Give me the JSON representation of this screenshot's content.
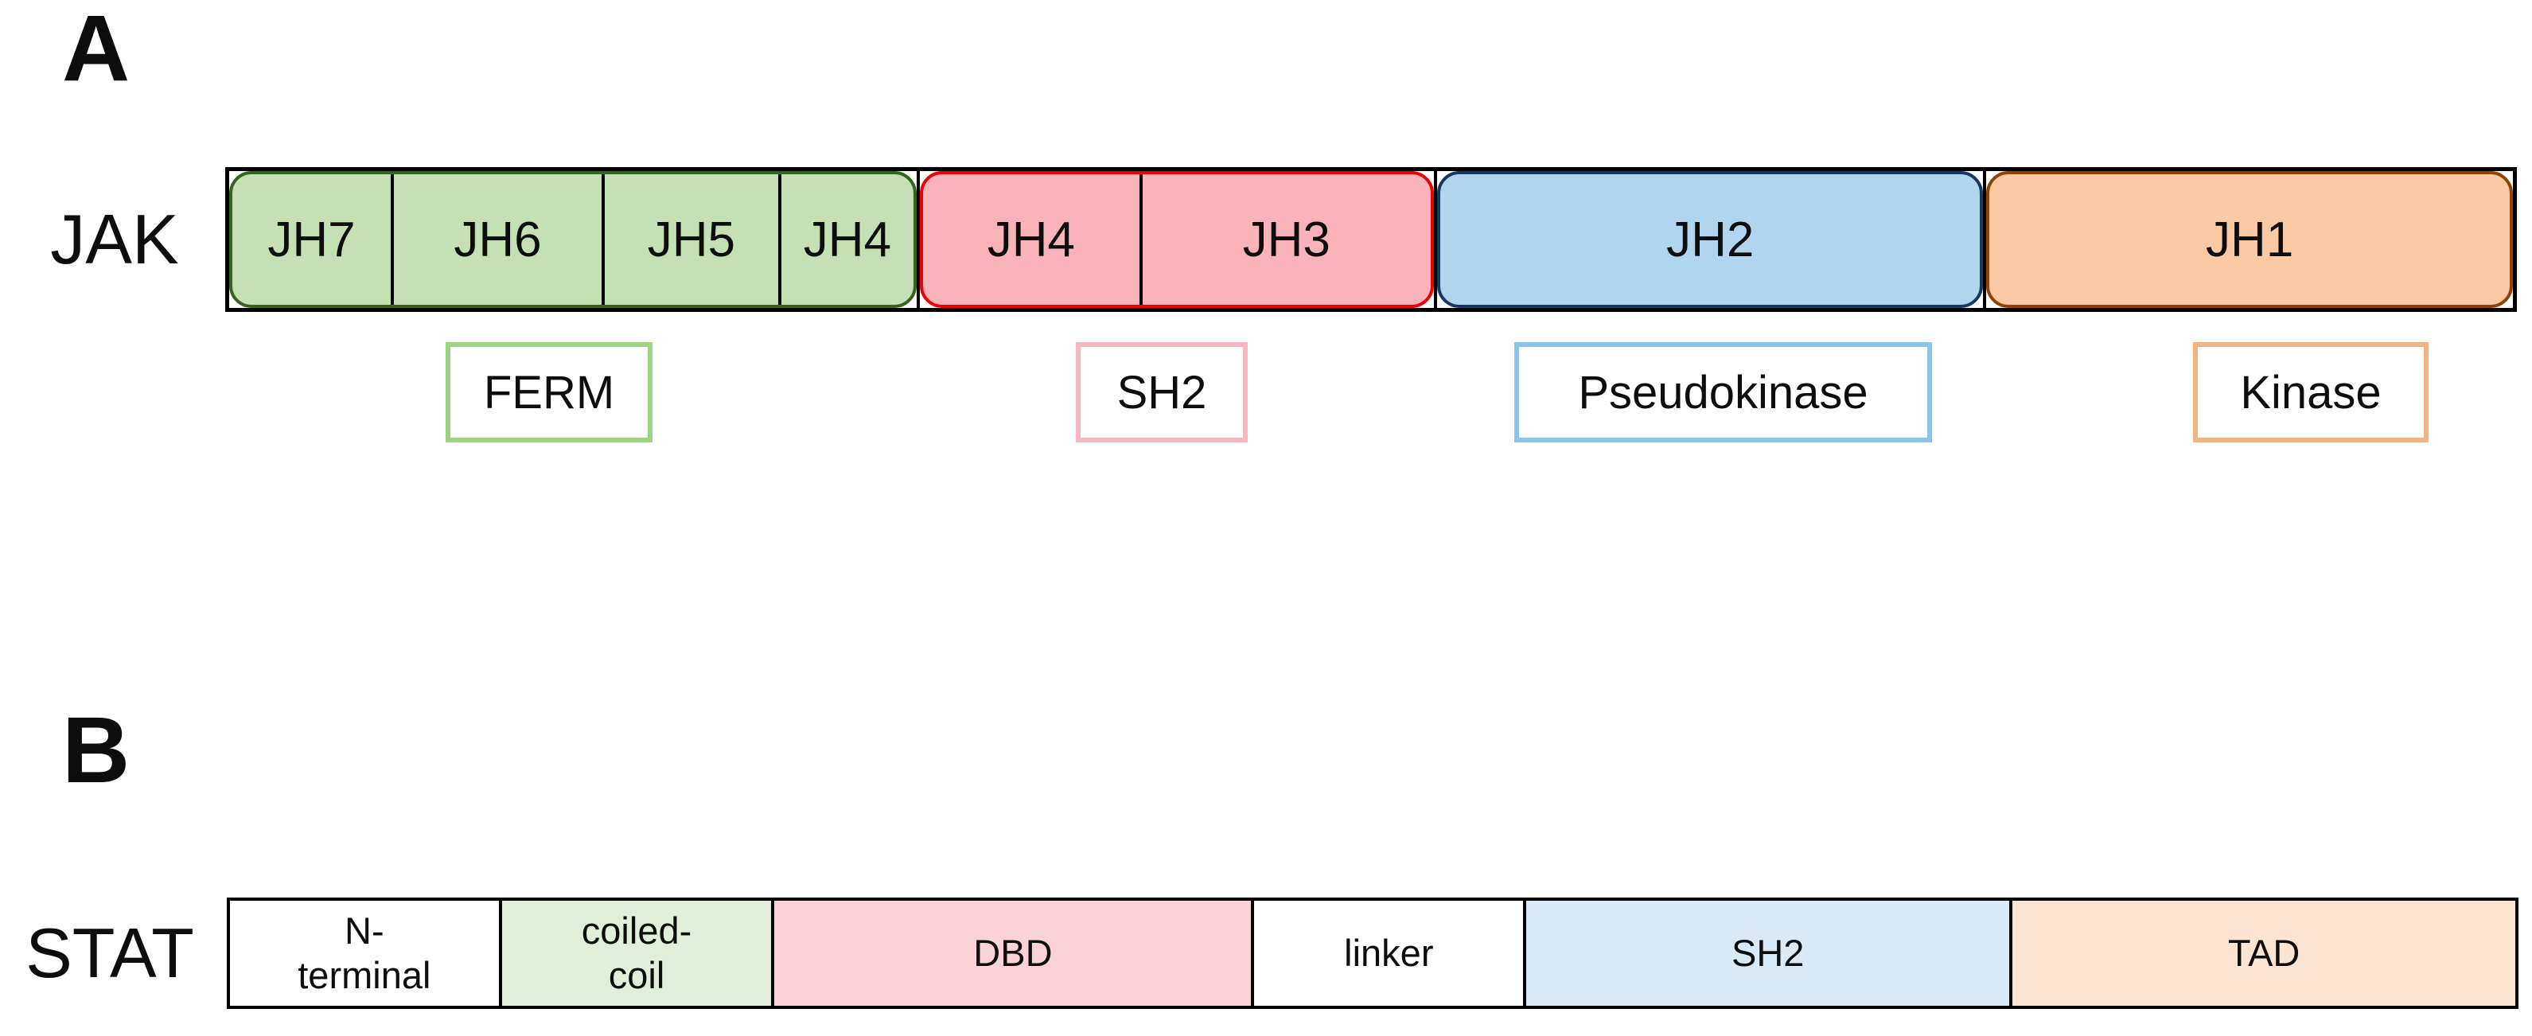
{
  "panel_a": {
    "label": "A",
    "protein": "JAK",
    "groups": [
      {
        "name": "FERM",
        "fill": "#C6E0B5",
        "border": "#35641F",
        "segments": [
          "JH7",
          "JH6",
          "JH5",
          "JH4"
        ]
      },
      {
        "name": "SH2",
        "fill": "#FAB3BB",
        "border": "#ED0000",
        "segments": [
          "JH4",
          "JH3"
        ]
      },
      {
        "name": "Pseudokinase",
        "fill": "#AFD5EF",
        "border": "#17375E",
        "segments": [
          "JH2"
        ]
      },
      {
        "name": "Kinase",
        "fill": "#FBC9A3",
        "border": "#8F4108",
        "segments": [
          "JH1"
        ]
      }
    ],
    "domain_labels": [
      {
        "text": "FERM",
        "border": "#9BD37F"
      },
      {
        "text": "SH2",
        "border": "#F8B7BF"
      },
      {
        "text": "Pseudokinase",
        "border": "#89C4EB"
      },
      {
        "text": "Kinase",
        "border": "#F4B27E"
      }
    ]
  },
  "panel_b": {
    "label": "B",
    "protein": "STAT",
    "segments": [
      {
        "line1": "N-",
        "line2": "terminal",
        "fill": "#FFFFFF"
      },
      {
        "line1": "coiled-",
        "line2": "coil",
        "fill": "#E1EED9"
      },
      {
        "line1": "DBD",
        "fill": "#FBD2D8"
      },
      {
        "line1": "linker",
        "fill": "#FFFFFF"
      },
      {
        "line1": "SH2",
        "fill": "#D9E9F5"
      },
      {
        "line1": "TAD",
        "fill": "#FCE4D3"
      }
    ]
  }
}
